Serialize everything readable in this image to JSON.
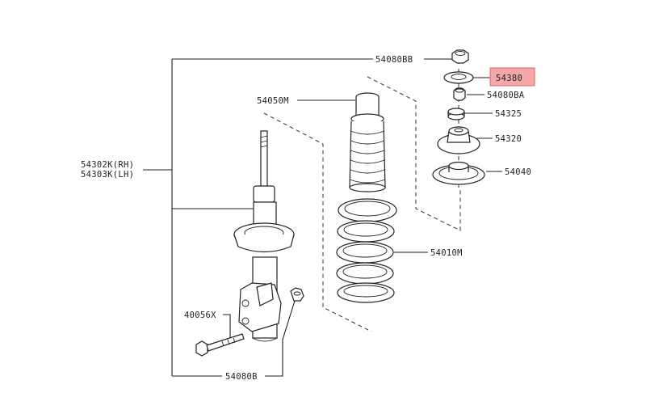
{
  "diagram": {
    "labels": {
      "nut_top": "54080BB",
      "seal": "54380",
      "nut_mid": "54080BA",
      "spacer": "54325",
      "mount": "54320",
      "seat": "54040",
      "bumper": "54050M",
      "spring": "54010M",
      "strut_rh": "54302K(RH)",
      "strut_lh": "54303K(LH)",
      "bolt": "40056X",
      "nut_bottom": "54080B"
    },
    "highlight_color": "#f4a6a8"
  }
}
